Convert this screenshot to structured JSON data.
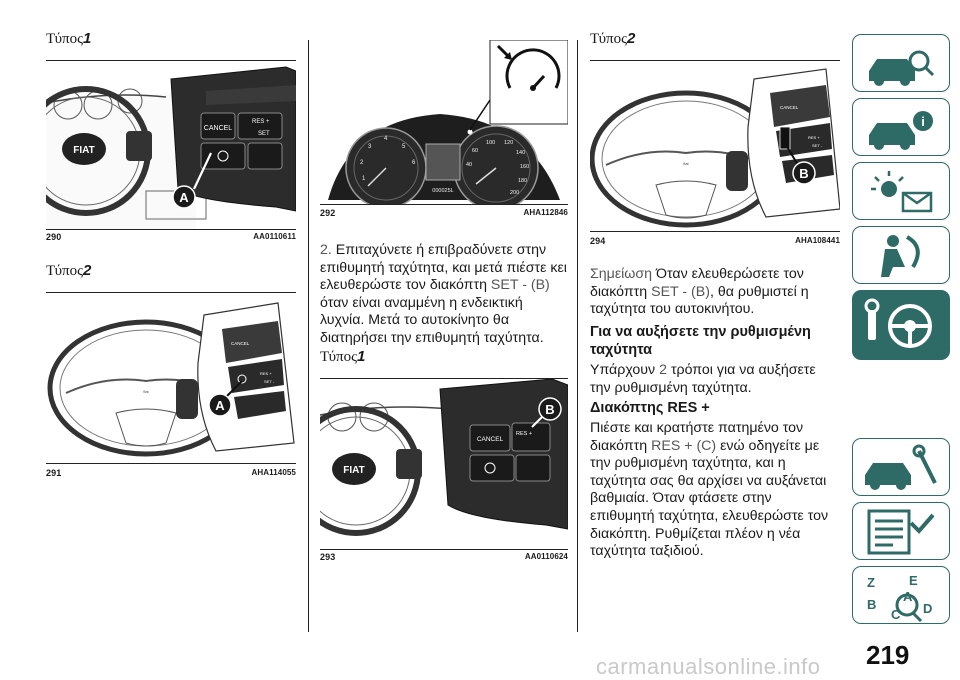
{
  "col1": {
    "heading1": {
      "prefix": "Τύπος",
      "num": "1"
    },
    "fig290": {
      "num": "290",
      "code": "AA0110611",
      "label": "A",
      "buttons": {
        "cancel": "CANCEL",
        "res": "RES +",
        "set": "SET"
      }
    },
    "heading2": {
      "prefix": "Τύπος",
      "num": "2"
    },
    "fig291": {
      "num": "291",
      "code": "AHA114055",
      "label": "A"
    }
  },
  "col2": {
    "fig292": {
      "num": "292",
      "code": "AHA112846",
      "odo": "000025L"
    },
    "text": {
      "step_num": "2.",
      "lines": [
        "Επιταχύνετε ή επιβραδύνετε στην",
        "επιθυμητή ταχύτητα, και μετά πιέστε κει",
        "ελευθερώστε τον διακόπτη"
      ],
      "switch_ref": "SET - (B)",
      "lines2": [
        "όταν είναι αναμμένη η ενδεικτική",
        "λυχνία. Μετά το αυτοκίνητο θα",
        "διατηρήσει την επιθυμητή ταχύτητα."
      ]
    },
    "heading": {
      "prefix": "Τύπος",
      "num": "1"
    },
    "fig293": {
      "num": "293",
      "code": "AA0110624",
      "label": "B",
      "buttons": {
        "cancel": "CANCEL",
        "res": "RES +"
      }
    }
  },
  "col3": {
    "heading": {
      "prefix": "Τύπος",
      "num": "2"
    },
    "fig294": {
      "num": "294",
      "code": "AHA108441",
      "label": "B"
    },
    "note": {
      "label": "Σημείωση",
      "line1": "Όταν ελευθερώσετε τον",
      "line2a": "διακόπτη",
      "ref": "SET - (B)",
      "line2b": ", θα ρυθμιστεί η",
      "line3": "ταχύτητα του αυτοκινήτου."
    },
    "subhead1": [
      "Για να αυξήσετε την ρυθμισμένη",
      "ταχύτητα"
    ],
    "p1": {
      "a": "Υπάρχουν",
      "n": "2",
      "b": "τρόποι για να αυξήσετε",
      "line2": "την ρυθμισμένη ταχύτητα."
    },
    "subhead2": "Διακόπτης RES +",
    "p2": {
      "line1": "Πιέστε και κρατήστε πατημένο τον",
      "line2a": "διακόπτη",
      "ref": "RES + (C)",
      "line2b": "ενώ οδηγείτε με",
      "lines": [
        "την ρυθμισμένη ταχύτητα, και η",
        "ταχύτητα σας θα αρχίσει να αυξάνεται",
        "βαθμιαία. Όταν φτάσετε στην",
        "επιθυμητή ταχύτητα, ελευθερώστε τον",
        "διακόπτη. Ρυθμίζεται πλέον η νέα",
        "ταχύτητα ταξιδιού."
      ]
    }
  },
  "sidebar": {
    "tabs": [
      {
        "icon": "car-search-icon",
        "active": false
      },
      {
        "icon": "car-info-icon",
        "active": false
      },
      {
        "icon": "warning-light-envelope-icon",
        "active": false
      },
      {
        "icon": "airbag-person-icon",
        "active": false
      },
      {
        "icon": "key-steering-wheel-icon",
        "active": true
      },
      {
        "icon": "car-wrench-icon",
        "active": false
      },
      {
        "icon": "checklist-icon",
        "active": false
      },
      {
        "icon": "alphabet-index-icon",
        "active": false
      }
    ],
    "colors": {
      "accent": "#2f6b66"
    }
  },
  "footer": {
    "page_number": "219",
    "watermark": "carmanualsonline.info"
  }
}
